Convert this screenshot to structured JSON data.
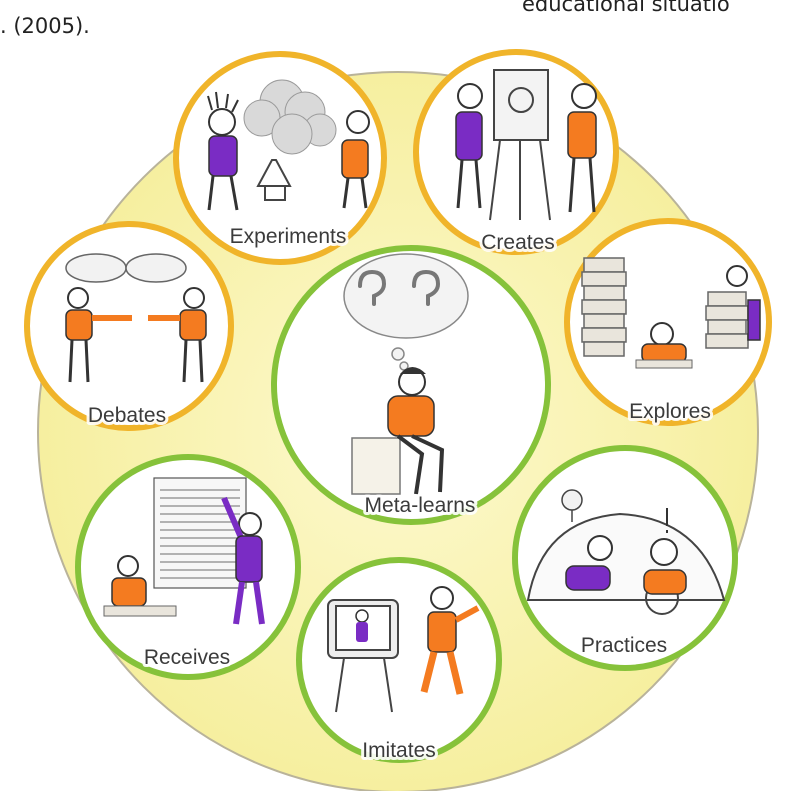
{
  "header": {
    "citation_fragment": ". (2005).",
    "caption_fragment": "educational situatio"
  },
  "diagram": {
    "center": {
      "label": "Meta-learns"
    },
    "nodes": [
      {
        "id": "experiments",
        "label": "Experiments",
        "ring": "yellow"
      },
      {
        "id": "creates",
        "label": "Creates",
        "ring": "yellow"
      },
      {
        "id": "debates",
        "label": "Debates",
        "ring": "yellow"
      },
      {
        "id": "explores",
        "label": "Explores",
        "ring": "yellow"
      },
      {
        "id": "receives",
        "label": "Receives",
        "ring": "green"
      },
      {
        "id": "imitates",
        "label": "Imitates",
        "ring": "green"
      },
      {
        "id": "practices",
        "label": "Practices",
        "ring": "green"
      }
    ],
    "colors": {
      "big_circle_fill": "#fbf6b8",
      "ring_yellow": "#f0b42a",
      "ring_green": "#86c23a",
      "figure_orange": "#f47b20",
      "figure_purple": "#7a2cc4"
    }
  }
}
